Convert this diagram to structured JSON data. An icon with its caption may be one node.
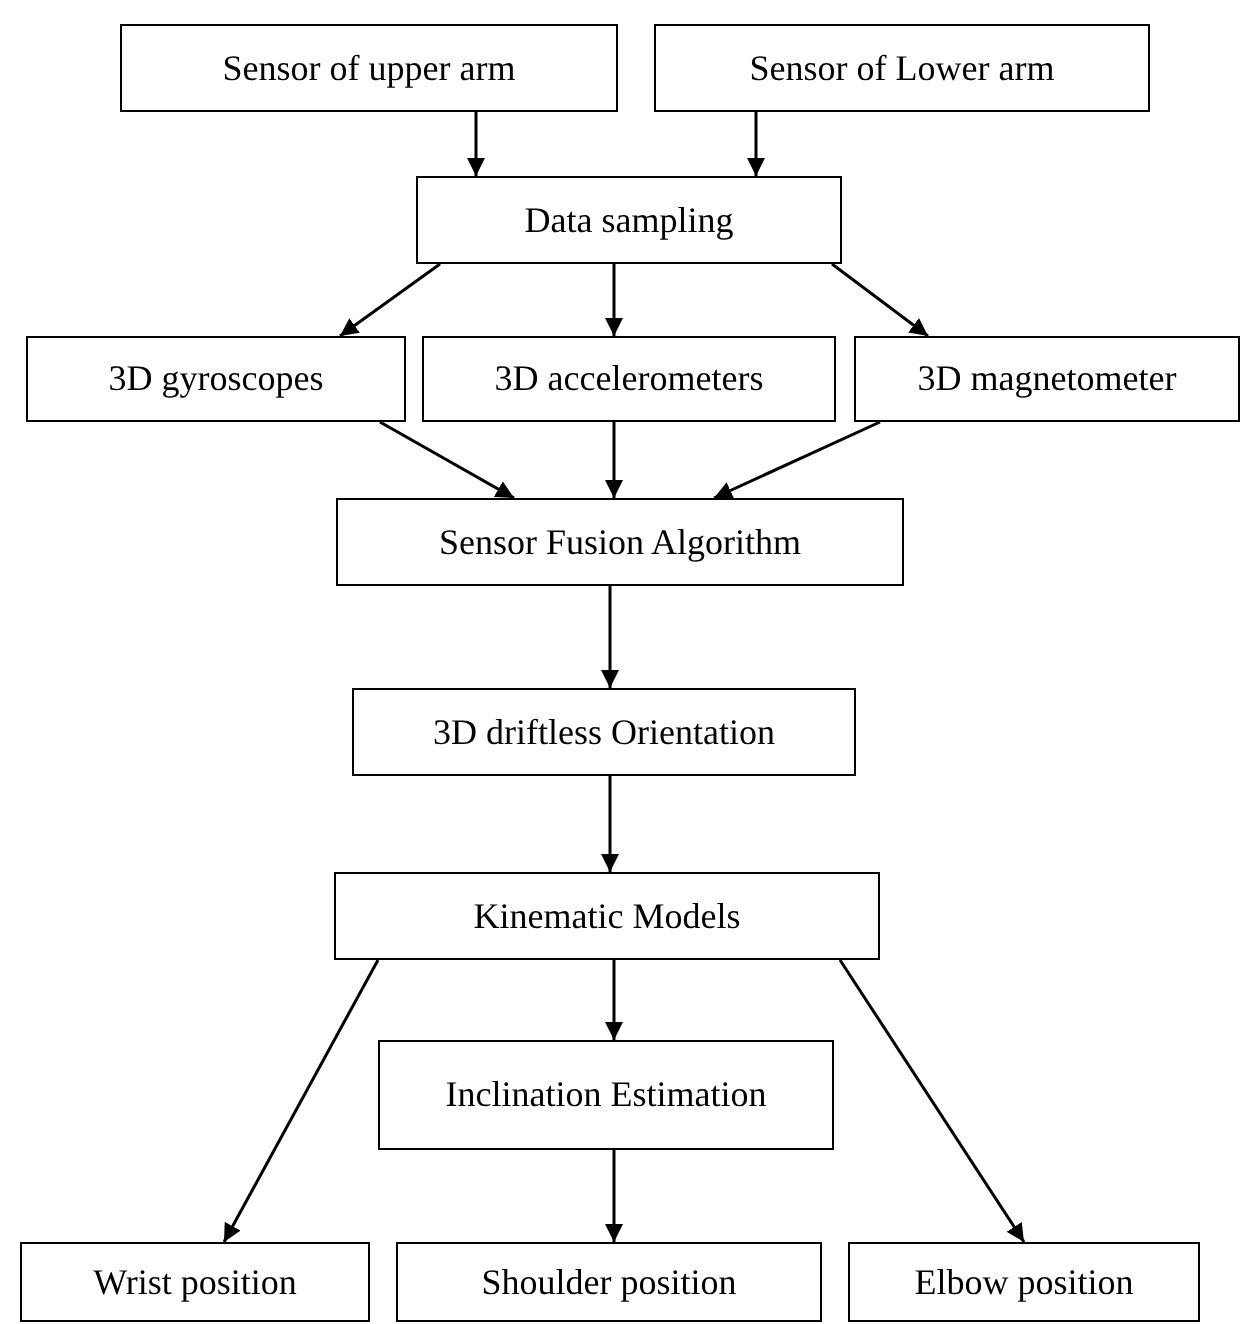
{
  "diagram": {
    "nodes": [
      {
        "text": [
          "Sensor of upper arm"
        ]
      },
      {
        "text": [
          "Sensor of Lower arm"
        ]
      },
      {
        "text": [
          "Data sampling"
        ]
      },
      {
        "text": [
          "3D gyroscopes"
        ]
      },
      {
        "text": [
          "3D accelerometers"
        ]
      },
      {
        "text": [
          "3D magnetometer"
        ]
      },
      {
        "text": [
          "Sensor Fusion Algorithm"
        ]
      },
      {
        "text": [
          "3D driftless Orientation"
        ]
      },
      {
        "text": [
          "Kinematic Models"
        ]
      },
      {
        "text": [
          "Inclination Estimation"
        ]
      },
      {
        "text": [
          "Wrist position"
        ]
      },
      {
        "text": [
          "Shoulder position"
        ]
      },
      {
        "text": [
          "Elbow position"
        ]
      }
    ],
    "edges": [
      {
        "from": 0,
        "to": 2,
        "arrow": "to"
      },
      {
        "from": 1,
        "to": 2,
        "arrow": "to"
      },
      {
        "from": 2,
        "to": 3,
        "arrow": "to"
      },
      {
        "from": 2,
        "to": 4,
        "arrow": "to"
      },
      {
        "from": 2,
        "to": 5,
        "arrow": "to"
      },
      {
        "from": 3,
        "to": 6,
        "arrow": "to"
      },
      {
        "from": 4,
        "to": 6,
        "arrow": "to"
      },
      {
        "from": 5,
        "to": 6,
        "arrow": "to"
      },
      {
        "from": 6,
        "to": 7,
        "arrow": "to"
      },
      {
        "from": 7,
        "to": 8,
        "arrow": "to"
      },
      {
        "from": 8,
        "to": 10,
        "arrow": "to"
      },
      {
        "from": 8,
        "to": 9,
        "arrow": "to"
      },
      {
        "from": 9,
        "to": 11,
        "arrow": "to"
      },
      {
        "from": 8,
        "to": 12,
        "arrow": "to"
      }
    ]
  }
}
